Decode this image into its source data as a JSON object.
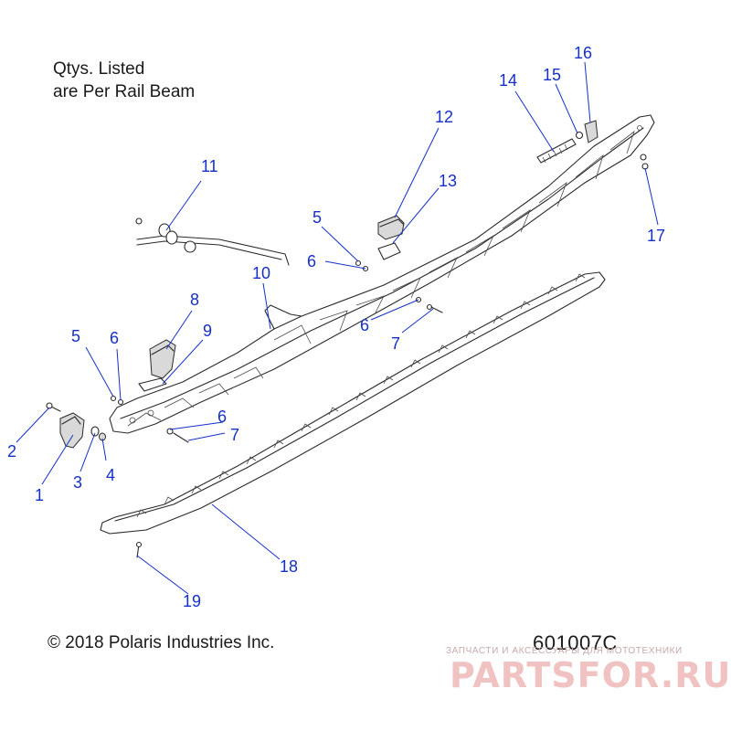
{
  "note": {
    "line1": "Qtys. Listed",
    "line2": "are Per Rail Beam"
  },
  "copyright": "© 2018 Polaris Industries Inc.",
  "drawing_id": "601007C",
  "watermark": {
    "subtitle": "ЗАПЧАСТИ И АКСЕССУАРЫ ДЛЯ МОТОТЕХНИКИ",
    "brand": "PARTSFOR.RU"
  },
  "colors": {
    "callout": "#1530c8",
    "line_art": "#2a2a2a",
    "watermark": "#f0c2c2"
  },
  "callouts": [
    {
      "id": "c1",
      "label": "1"
    },
    {
      "id": "c2",
      "label": "2"
    },
    {
      "id": "c3",
      "label": "3"
    },
    {
      "id": "c4",
      "label": "4"
    },
    {
      "id": "c5a",
      "label": "5"
    },
    {
      "id": "c6a",
      "label": "6"
    },
    {
      "id": "c6b",
      "label": "6"
    },
    {
      "id": "c7a",
      "label": "7"
    },
    {
      "id": "c8",
      "label": "8"
    },
    {
      "id": "c9",
      "label": "9"
    },
    {
      "id": "c10",
      "label": "10"
    },
    {
      "id": "c11",
      "label": "11"
    },
    {
      "id": "c5b",
      "label": "5"
    },
    {
      "id": "c6c",
      "label": "6"
    },
    {
      "id": "c12",
      "label": "12"
    },
    {
      "id": "c13",
      "label": "13"
    },
    {
      "id": "c6d",
      "label": "6"
    },
    {
      "id": "c7b",
      "label": "7"
    },
    {
      "id": "c14",
      "label": "14"
    },
    {
      "id": "c15",
      "label": "15"
    },
    {
      "id": "c16",
      "label": "16"
    },
    {
      "id": "c17",
      "label": "17"
    },
    {
      "id": "c18",
      "label": "18"
    },
    {
      "id": "c19",
      "label": "19"
    }
  ]
}
